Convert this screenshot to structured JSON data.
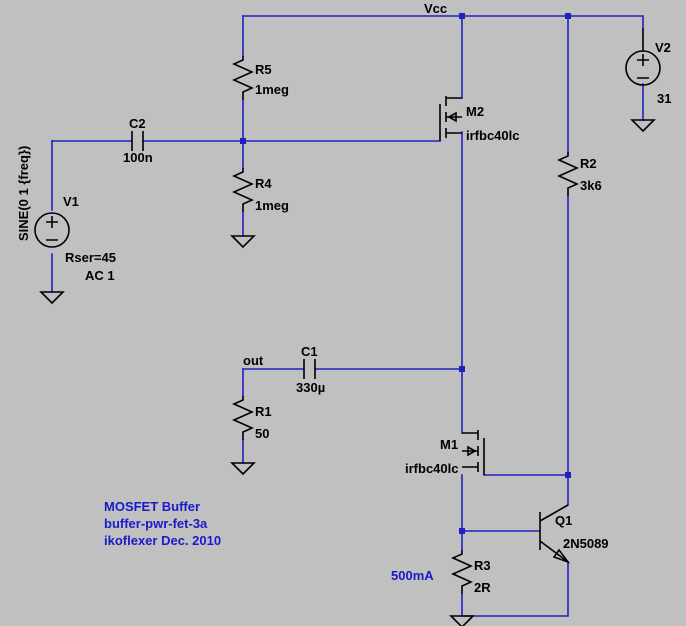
{
  "net_labels": {
    "vcc": "Vcc",
    "out": "out"
  },
  "components": {
    "R5": {
      "ref": "R5",
      "value": "1meg"
    },
    "R4": {
      "ref": "R4",
      "value": "1meg"
    },
    "R2": {
      "ref": "R2",
      "value": "3k6"
    },
    "R1": {
      "ref": "R1",
      "value": "50"
    },
    "R3": {
      "ref": "R3",
      "value": "2R"
    },
    "C2": {
      "ref": "C2",
      "value": "100n"
    },
    "C1": {
      "ref": "C1",
      "value": "330µ"
    },
    "M2": {
      "ref": "M2",
      "value": "irfbc40lc"
    },
    "M1": {
      "ref": "M1",
      "value": "irfbc40lc"
    },
    "Q1": {
      "ref": "Q1",
      "value": "2N5089"
    },
    "V2": {
      "ref": "V2",
      "value": "31"
    },
    "V1": {
      "ref": "V1",
      "value": "SINE(0 1 {freq})",
      "rser": "Rser=45",
      "ac": "AC 1"
    }
  },
  "annotations": {
    "current": "500mA",
    "title_lines": [
      "MOSFET Buffer",
      "buffer-pwr-fet-3a",
      "ikoflexer Dec. 2010"
    ]
  },
  "colors": {
    "background": "#c0c0c0",
    "wire": "#2020c0",
    "part": "#000000",
    "comment": "#1a1acc"
  }
}
